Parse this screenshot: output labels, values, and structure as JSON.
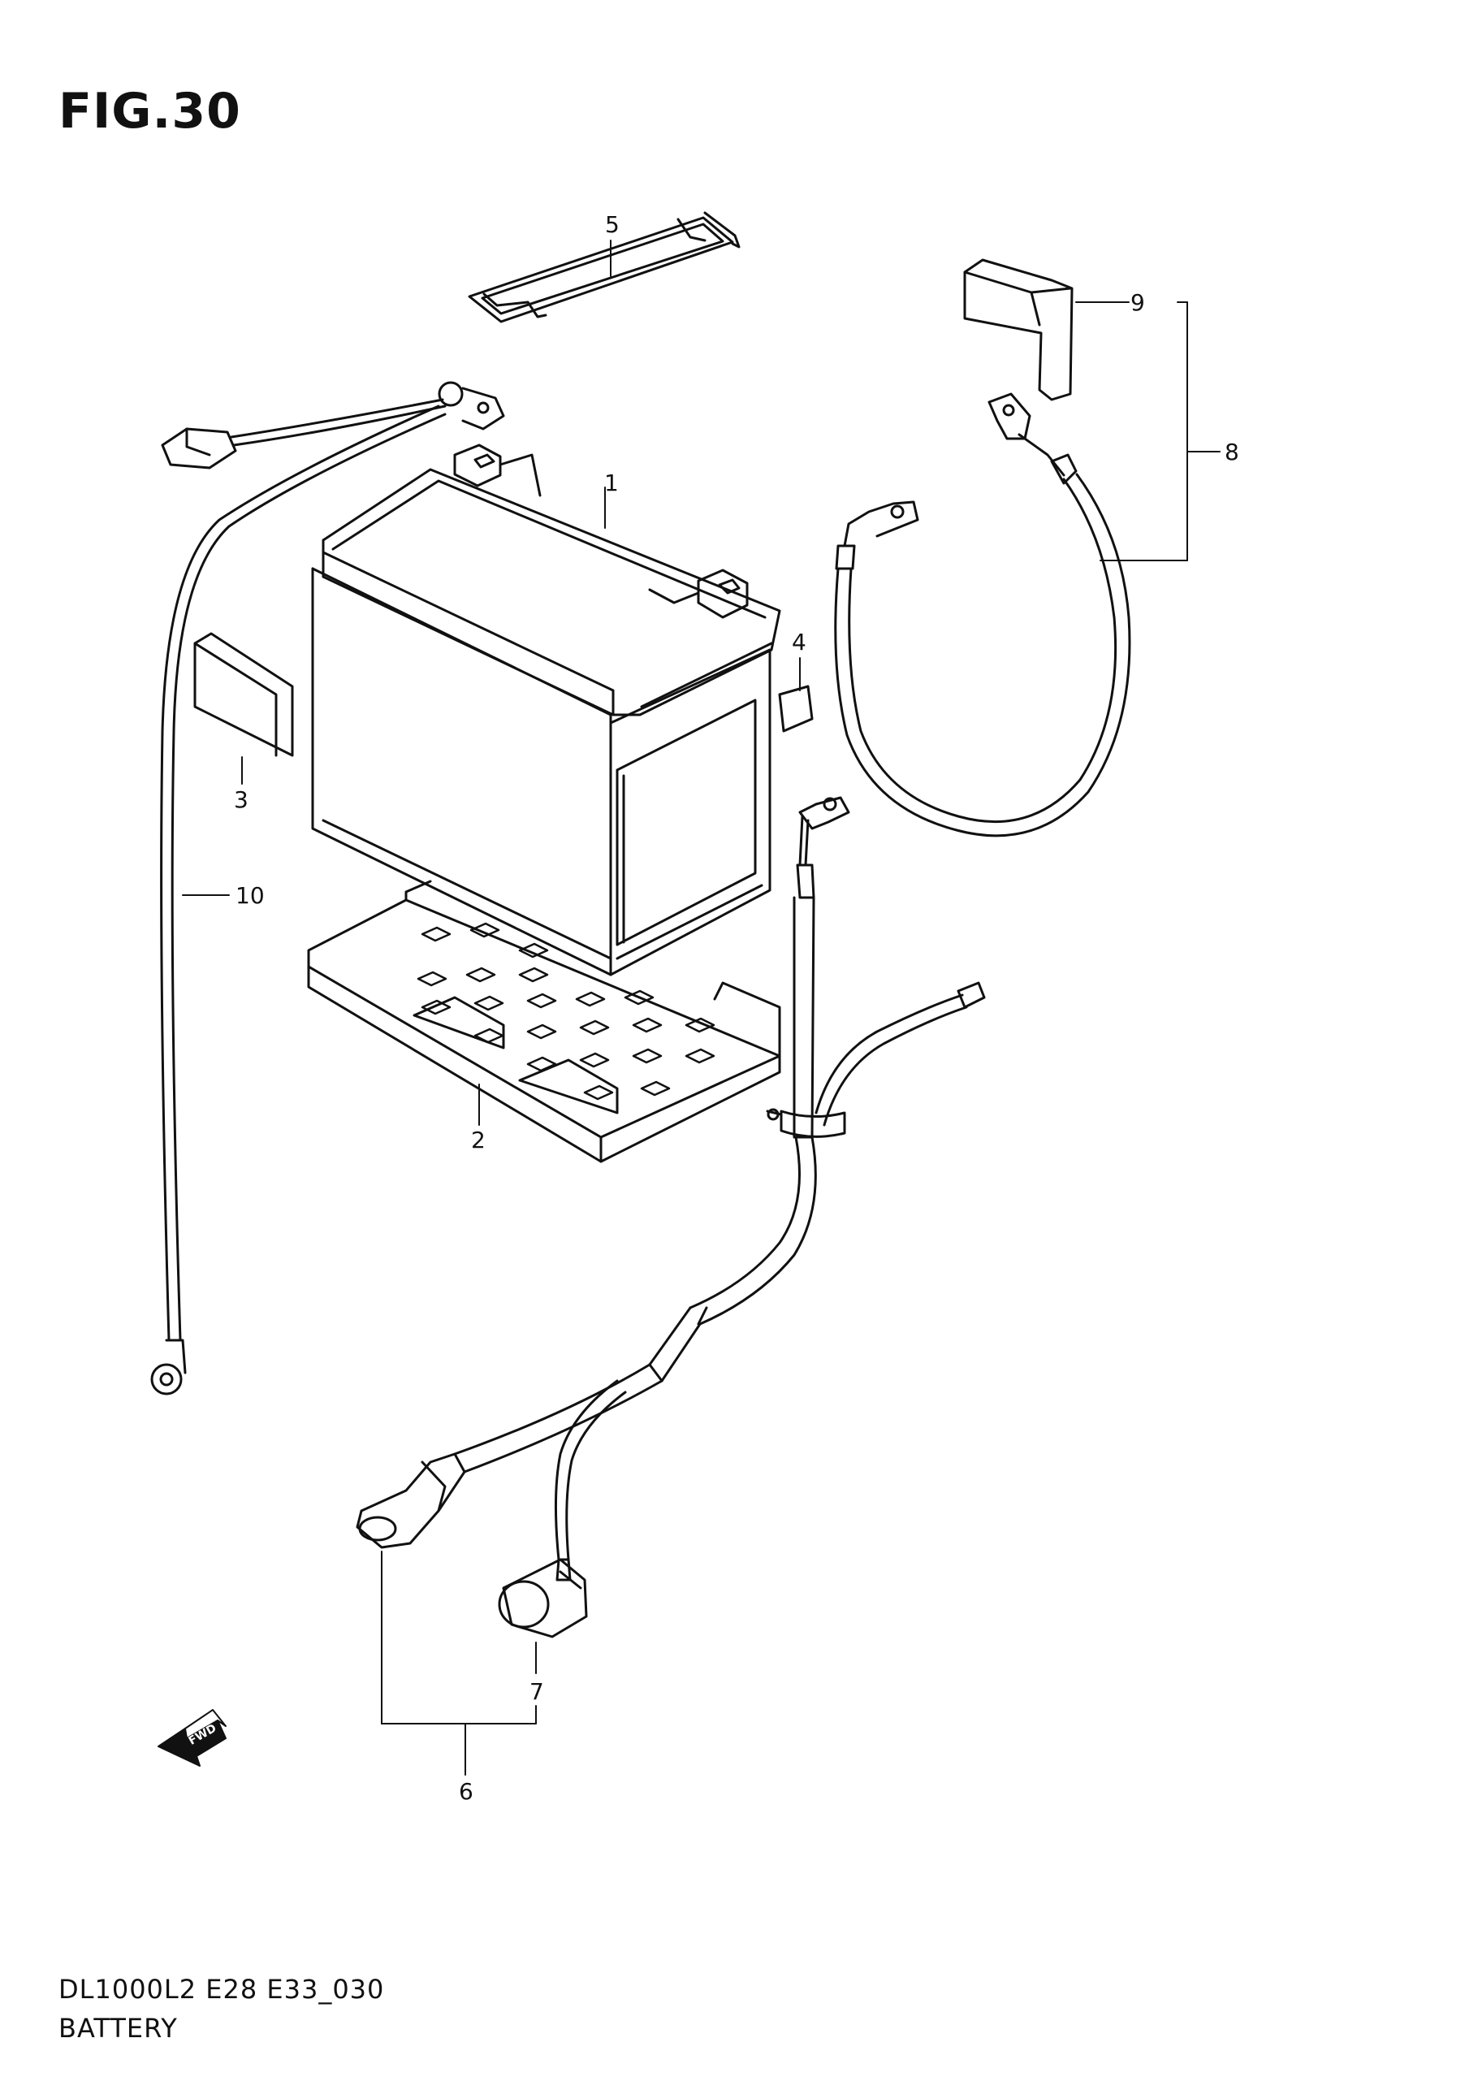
{
  "figure": {
    "title": "FIG.30",
    "model_code": "DL1000L2 E28 E33_030",
    "section": "BATTERY"
  },
  "callouts": [
    "1",
    "2",
    "3",
    "4",
    "5",
    "6",
    "7",
    "8",
    "9",
    "10"
  ],
  "fwd_arrow_label": "FWD",
  "colors": {
    "line": "#111111",
    "background": "#ffffff"
  }
}
